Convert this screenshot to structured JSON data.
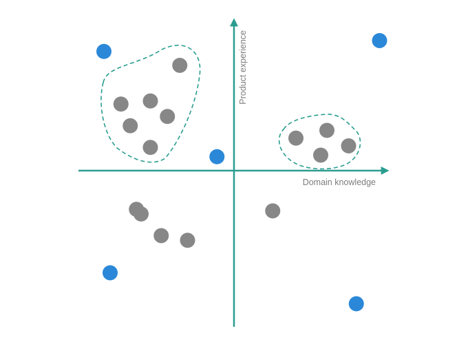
{
  "chart_data": {
    "type": "scatter",
    "xlabel": "Domain knowledge",
    "ylabel": "Product experience",
    "xlim": [
      -10,
      10
    ],
    "ylim": [
      -10,
      10
    ],
    "grid": false,
    "colors": {
      "axis": "#2a9d8f",
      "group_point": "#878787",
      "highlight_point": "#2b88d8",
      "cluster_outline": "#2a9d8f",
      "label_text": "#7d7d7d"
    },
    "series": [
      {
        "color": "#878787",
        "x": [
          -7.3,
          -5.4,
          -3.5,
          -4.3,
          -6.7,
          -5.4,
          -6.3,
          -4.7,
          4.0,
          6.0,
          5.6,
          7.4,
          -6.0,
          -3.0,
          2.5
        ],
        "y": [
          4.3,
          4.5,
          6.8,
          3.5,
          2.9,
          1.5,
          -2.5,
          -4.2,
          2.1,
          2.6,
          1.0,
          1.6,
          -2.8,
          -4.5,
          -2.6
        ]
      },
      {
        "color": "#2b88d8",
        "x": [
          -8.4,
          9.4,
          -1.1,
          -8.0,
          7.9
        ],
        "y": [
          7.7,
          8.4,
          0.9,
          -6.6,
          -8.6
        ]
      }
    ],
    "clusters": [
      {
        "kind": "dashed-outline",
        "members": [
          0,
          1,
          2,
          3,
          4,
          5,
          6,
          7
        ]
      },
      {
        "kind": "dashed-outline",
        "members": [
          8,
          9,
          10,
          11
        ]
      }
    ]
  }
}
